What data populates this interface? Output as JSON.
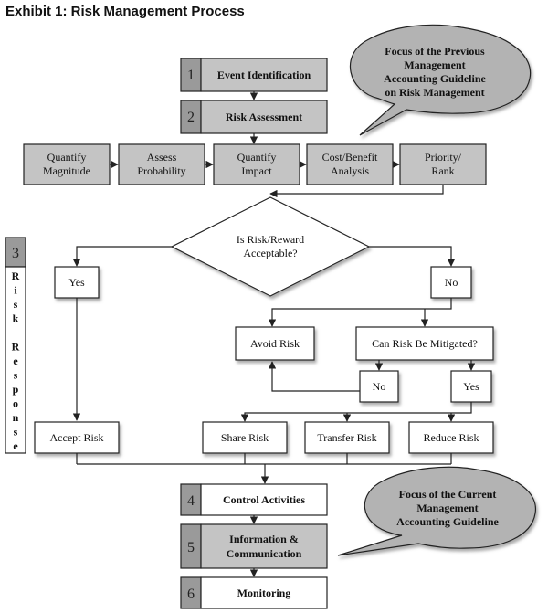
{
  "title": "Exhibit 1: Risk Management Process",
  "steps": {
    "s1": {
      "number": "1",
      "label": "Event Identification"
    },
    "s2": {
      "number": "2",
      "label": "Risk Assessment"
    },
    "s3": {
      "number": "3",
      "vertical_label": "Risk Response"
    },
    "s4": {
      "number": "4",
      "label": "Control Activities"
    },
    "s5": {
      "number": "5",
      "label_lines": [
        "Information &",
        "Communication"
      ]
    },
    "s6": {
      "number": "6",
      "label": "Monitoring"
    }
  },
  "assessment_steps": [
    {
      "lines": [
        "Quantify",
        "Magnitude"
      ]
    },
    {
      "lines": [
        "Assess",
        "Probability"
      ]
    },
    {
      "lines": [
        "Quantify",
        "Impact"
      ]
    },
    {
      "lines": [
        "Cost/Benefit",
        "Analysis"
      ]
    },
    {
      "lines": [
        "Priority/",
        "Rank"
      ]
    }
  ],
  "decision": {
    "lines": [
      "Is Risk/Reward",
      "Acceptable?"
    ]
  },
  "yes_label": "Yes",
  "no_label": "No",
  "avoid_risk": "Avoid Risk",
  "mitigate_question": "Can Risk Be Mitigated?",
  "mitigate_no": "No",
  "mitigate_yes": "Yes",
  "responses": {
    "accept": "Accept Risk",
    "share": "Share Risk",
    "transfer": "Transfer Risk",
    "reduce": "Reduce Risk"
  },
  "bubbles": {
    "previous": [
      "Focus of the Previous",
      "Management",
      "Accounting Guideline",
      "on Risk Management"
    ],
    "current": [
      "Focus of the Current",
      "Management",
      "Accounting Guideline"
    ]
  },
  "colors": {
    "shaded_box": "#c4c4c4",
    "number_box": "#9a9a9a",
    "bubble": "#b3b3b3",
    "line": "#222222"
  }
}
